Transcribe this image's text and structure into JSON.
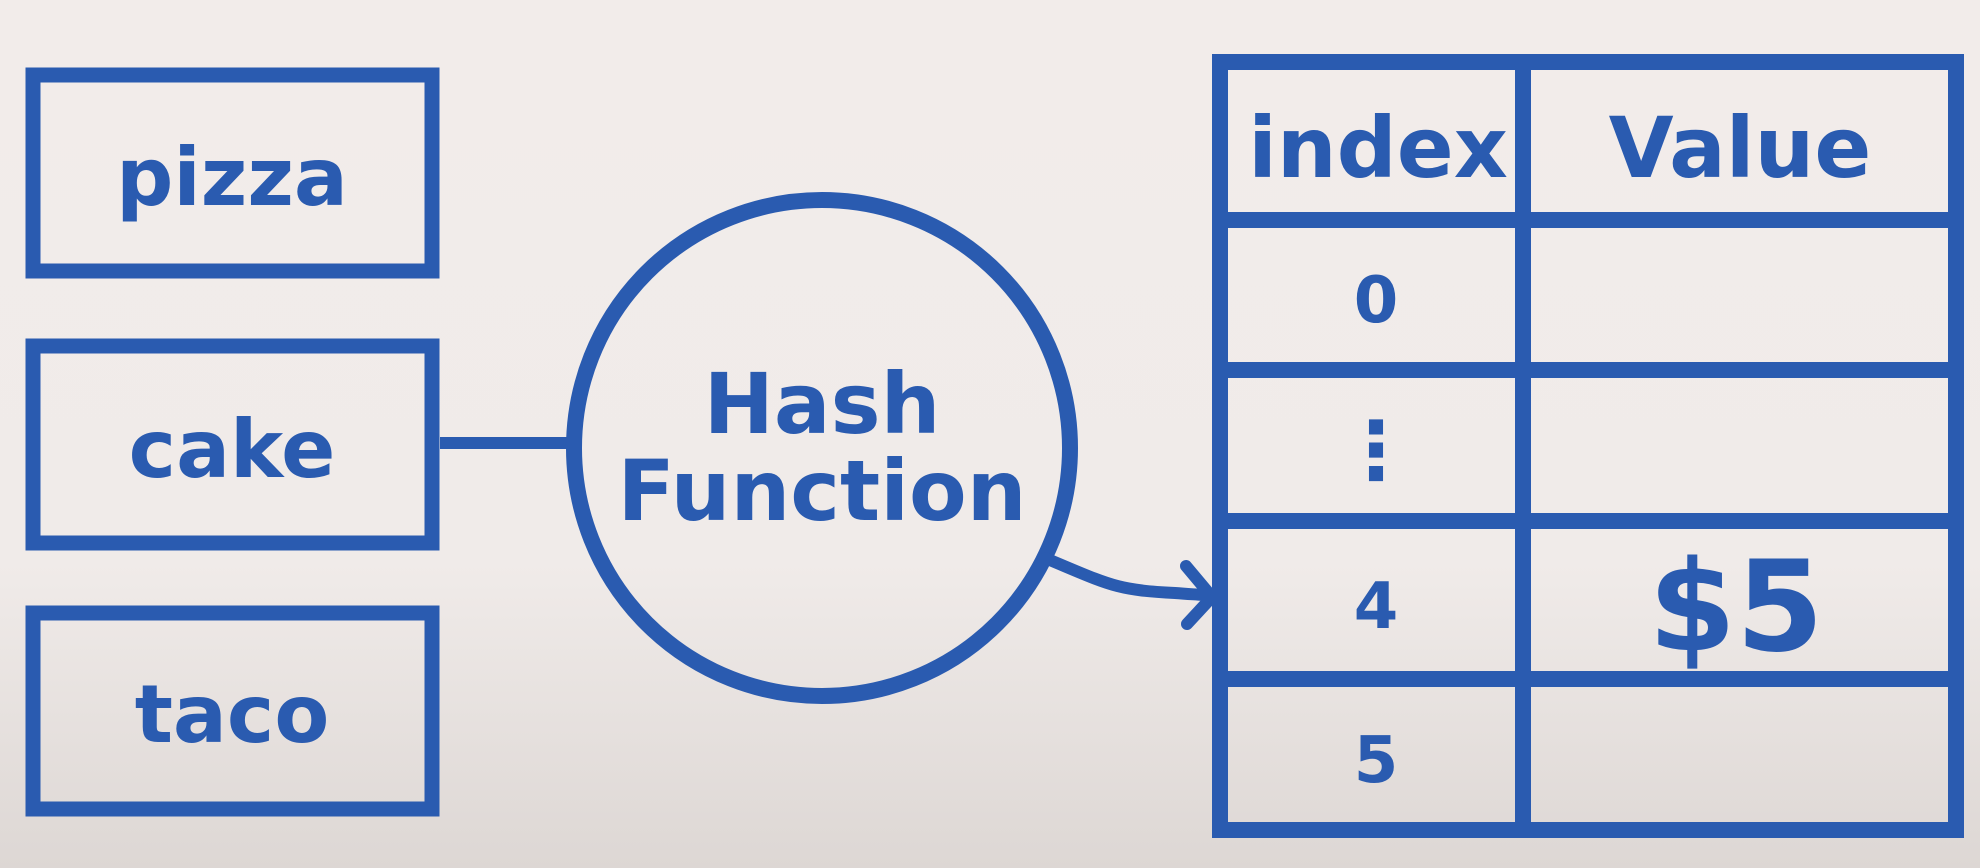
{
  "inputs": [
    {
      "label": "pizza"
    },
    {
      "label": "cake"
    },
    {
      "label": "taco"
    }
  ],
  "hash_function": {
    "line1": "Hash",
    "line2": "Function"
  },
  "table": {
    "headers": [
      "index",
      "Value"
    ],
    "rows": [
      {
        "index": "0",
        "value": ""
      },
      {
        "index": "⋮",
        "value": ""
      },
      {
        "index": "4",
        "value": "$5"
      },
      {
        "index": "5",
        "value": ""
      }
    ]
  },
  "colors": {
    "ink": "#2a5bb0",
    "background": "#f2ecea"
  }
}
